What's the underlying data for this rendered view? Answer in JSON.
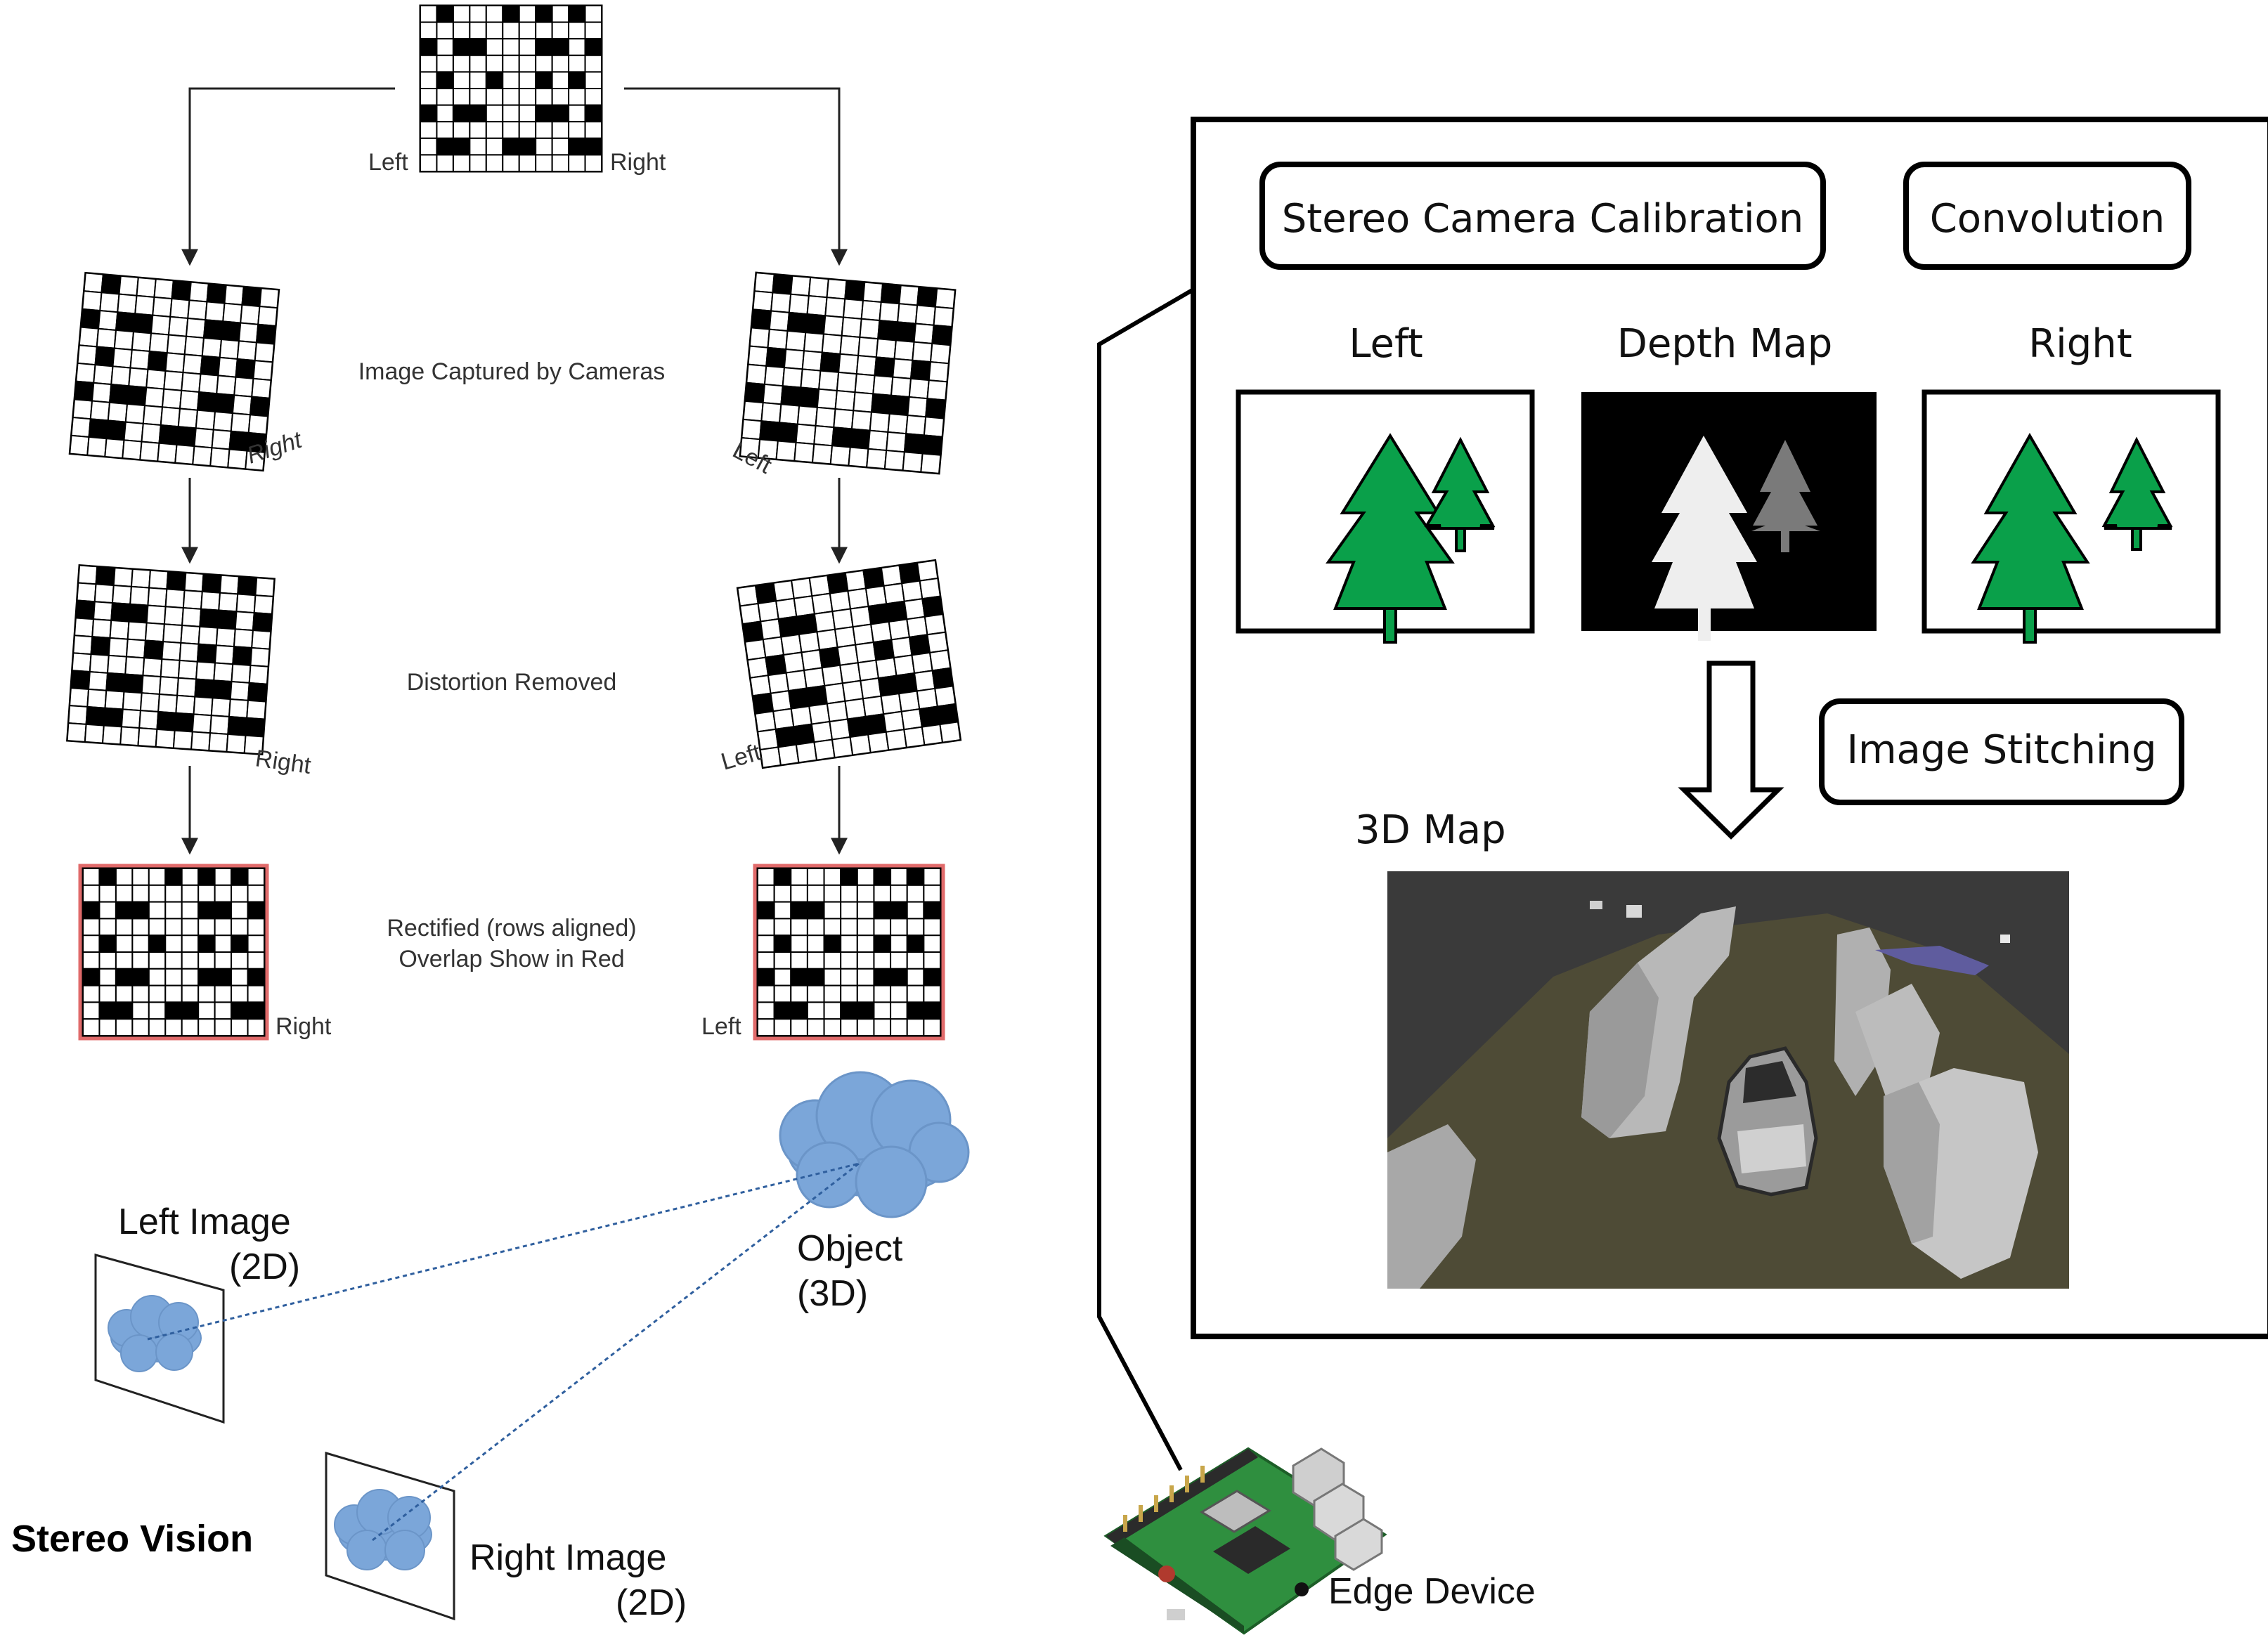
{
  "calibration": {
    "top_board": {
      "left_label": "Left",
      "right_label": "Right"
    },
    "captured_caption": "Image Captured by Cameras",
    "captured_left_tag": "Right",
    "captured_right_tag": "Left",
    "distortion_caption": "Distortion Removed",
    "distortion_left_tag": "Right",
    "distortion_right_tag": "Left",
    "rectified_caption_1": "Rectified (rows aligned)",
    "rectified_caption_2": "Overlap Show in Red",
    "rectified_left_tag": "Right",
    "rectified_right_tag": "Left"
  },
  "stereo": {
    "title": "Stereo Vision",
    "left_image_1": "Left Image",
    "left_image_2": "(2D)",
    "right_image_1": "Right Image",
    "right_image_2": "(2D)",
    "object_1": "Object",
    "object_2": "(3D)"
  },
  "pipeline": {
    "calibration_box": "Stereo Camera Calibration",
    "convolution_box": "Convolution",
    "left_label": "Left",
    "depth_label": "Depth Map",
    "right_label": "Right",
    "stitching_box": "Image Stitching",
    "map_label": "3D Map"
  },
  "device": {
    "label": "Edge Device"
  },
  "colors": {
    "tree_green": "#0aa04a",
    "cloud_blue": "#7ba6d9",
    "rect_red": "#e06a6a",
    "board_black": "#000000"
  }
}
